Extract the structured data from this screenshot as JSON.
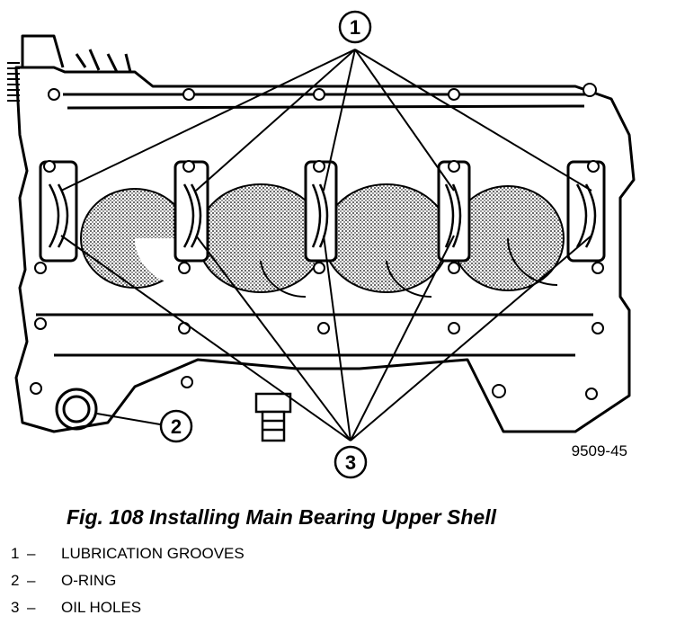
{
  "figure_id": "9509-45",
  "callouts": [
    "1",
    "2",
    "3"
  ],
  "caption": "Fig. 108 Installing Main Bearing Upper Shell",
  "legend": [
    {
      "number": "1",
      "dash": "–",
      "text": "LUBRICATION GROOVES"
    },
    {
      "number": "2",
      "dash": "–",
      "text": "O-RING"
    },
    {
      "number": "3",
      "dash": "–",
      "text": "OIL HOLES"
    }
  ]
}
